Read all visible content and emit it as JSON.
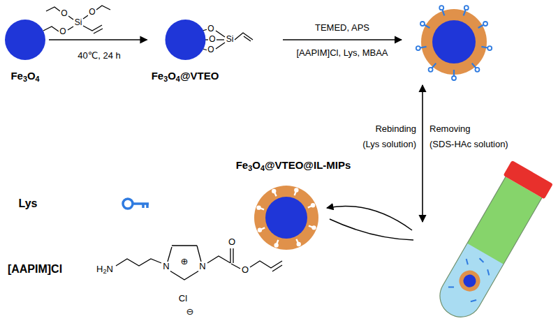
{
  "diagram": {
    "nodes": [
      {
        "text": [
          "Fe3O4"
        ]
      },
      {
        "text": [
          "Fe3O4@VTEO"
        ]
      },
      {
        "text": [
          "Fe3O4@VTEO@IL-MIPs"
        ]
      }
    ],
    "edges": [
      {
        "from": 0,
        "to": 1,
        "arrow": "to"
      }
    ],
    "labels": [
      "O",
      "O",
      "O",
      "Si",
      "40℃, 24 h",
      "O",
      "O",
      "O",
      "Si",
      "TEMED, APS",
      "[AAPIM]Cl, Lys, MBAA",
      "Rebinding",
      "(Lys solution)",
      "Removing",
      "(SDS-HAc solution)",
      "Lys",
      "[AAPIM]Cl",
      "H2N",
      "N",
      "⊕",
      "N",
      "O",
      "O",
      "Cl",
      "⊖"
    ]
  }
}
